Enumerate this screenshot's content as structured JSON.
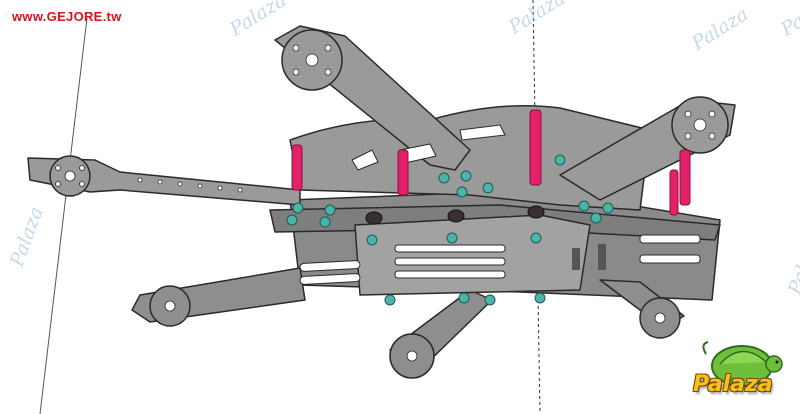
{
  "site_url": "www.GEJORE.tw",
  "watermark_text": "Palaza",
  "logo_text": "Palaza",
  "frame_color": "#8e8e8e",
  "frame_edge_color": "#2a2a2a",
  "standoff_color": "#e3216a",
  "nut_color": "#4bb3a8",
  "watermark_color": "#bcd4e8",
  "url_color": "#d8141c",
  "icons": [
    "drone-frame-drawing",
    "palaza-turtle-logo"
  ]
}
